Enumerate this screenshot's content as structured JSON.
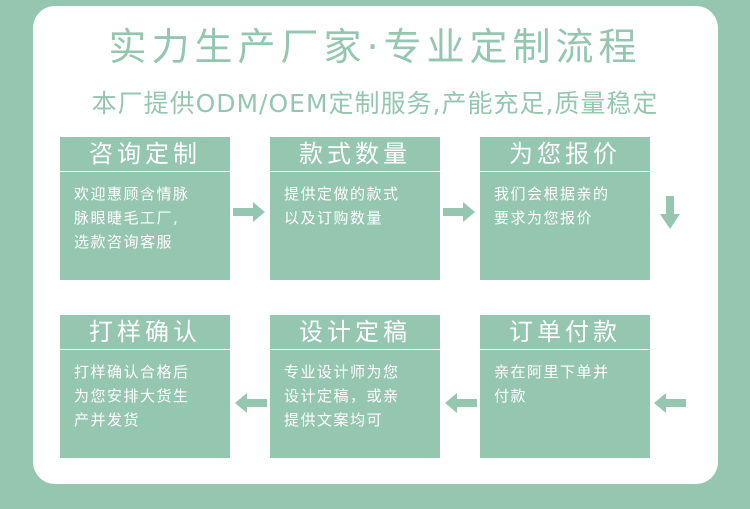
{
  "header": {
    "title": "实力生产厂家·专业定制流程",
    "subtitle": "本厂提供ODM/OEM定制服务,产能充足,质量稳定"
  },
  "colors": {
    "background": "#95c6b0",
    "panel": "#ffffff",
    "box": "#95c6b0",
    "box_text": "#ffffff"
  },
  "steps": [
    {
      "title": "咨询定制",
      "lines": [
        "欢迎惠顾含情脉",
        "脉眼睫毛工厂,",
        "选款咨询客服"
      ]
    },
    {
      "title": "款式数量",
      "lines": [
        "提供定做的款式",
        "以及订购数量"
      ]
    },
    {
      "title": "为您报价",
      "lines": [
        "我们会根据亲的",
        "要求为您报价"
      ]
    },
    {
      "title": "订单付款",
      "lines": [
        "亲在阿里下单并",
        "付款"
      ]
    },
    {
      "title": "设计定稿",
      "lines": [
        "专业设计师为您",
        "设计定稿，或亲",
        "提供文案均可"
      ]
    },
    {
      "title": "打样确认",
      "lines": [
        "打样确认合格后",
        "为您安排大货生",
        "产并发货"
      ]
    }
  ],
  "arrows": [
    {
      "name": "arrow-right-icon",
      "direction": "right"
    },
    {
      "name": "arrow-right-icon",
      "direction": "right"
    },
    {
      "name": "arrow-down-icon",
      "direction": "down"
    },
    {
      "name": "arrow-left-icon",
      "direction": "left"
    },
    {
      "name": "arrow-left-icon",
      "direction": "left"
    },
    {
      "name": "arrow-left-icon",
      "direction": "left"
    }
  ]
}
